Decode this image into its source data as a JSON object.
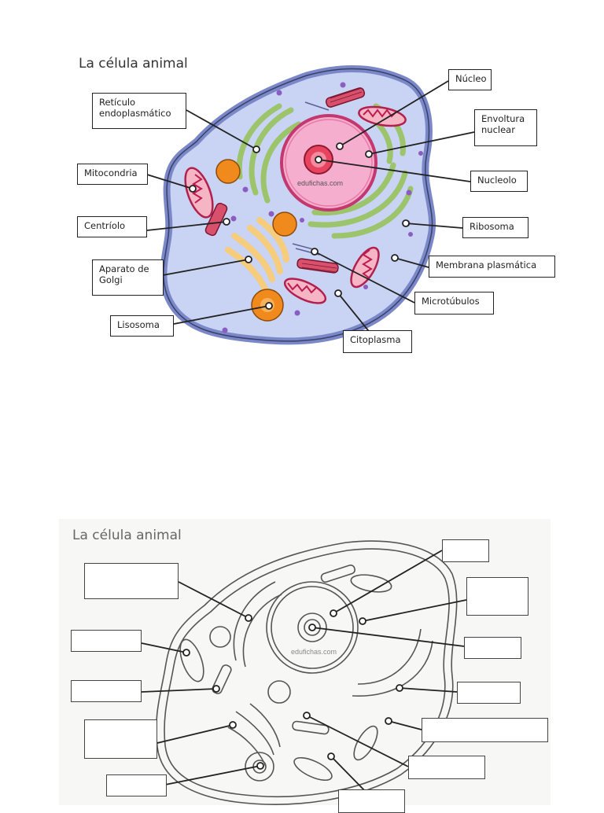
{
  "labeled_diagram": {
    "title": "La célula animal",
    "watermark": "edufichas.com",
    "labels": {
      "reticulo": "Retículo endoplasmático",
      "mitocondria": "Mitocondria",
      "centriolo": "Centríolo",
      "golgi": "Aparato de Golgi",
      "lisosoma": "Lisosoma",
      "nucleo": "Núcleo",
      "envoltura": "Envoltura nuclear",
      "nucleolo": "Nucleolo",
      "ribosoma": "Ribosoma",
      "membrana": "Membrana plasmática",
      "microtubulos": "Microtúbulos",
      "citoplasma": "Citoplasma"
    }
  },
  "blank_diagram": {
    "title": "La célula animal",
    "watermark": "edufichas.com"
  },
  "colors": {
    "membrane": "#7a88c8",
    "cytoplasm": "#c9d3f3",
    "nucleus": "#f6aecf",
    "er": "#b7d687",
    "golgi": "#f6cc7d",
    "mitochondria": "#f5b5c5",
    "lysosome": "#f08a1c",
    "ribosome": "#8a5ec0"
  }
}
